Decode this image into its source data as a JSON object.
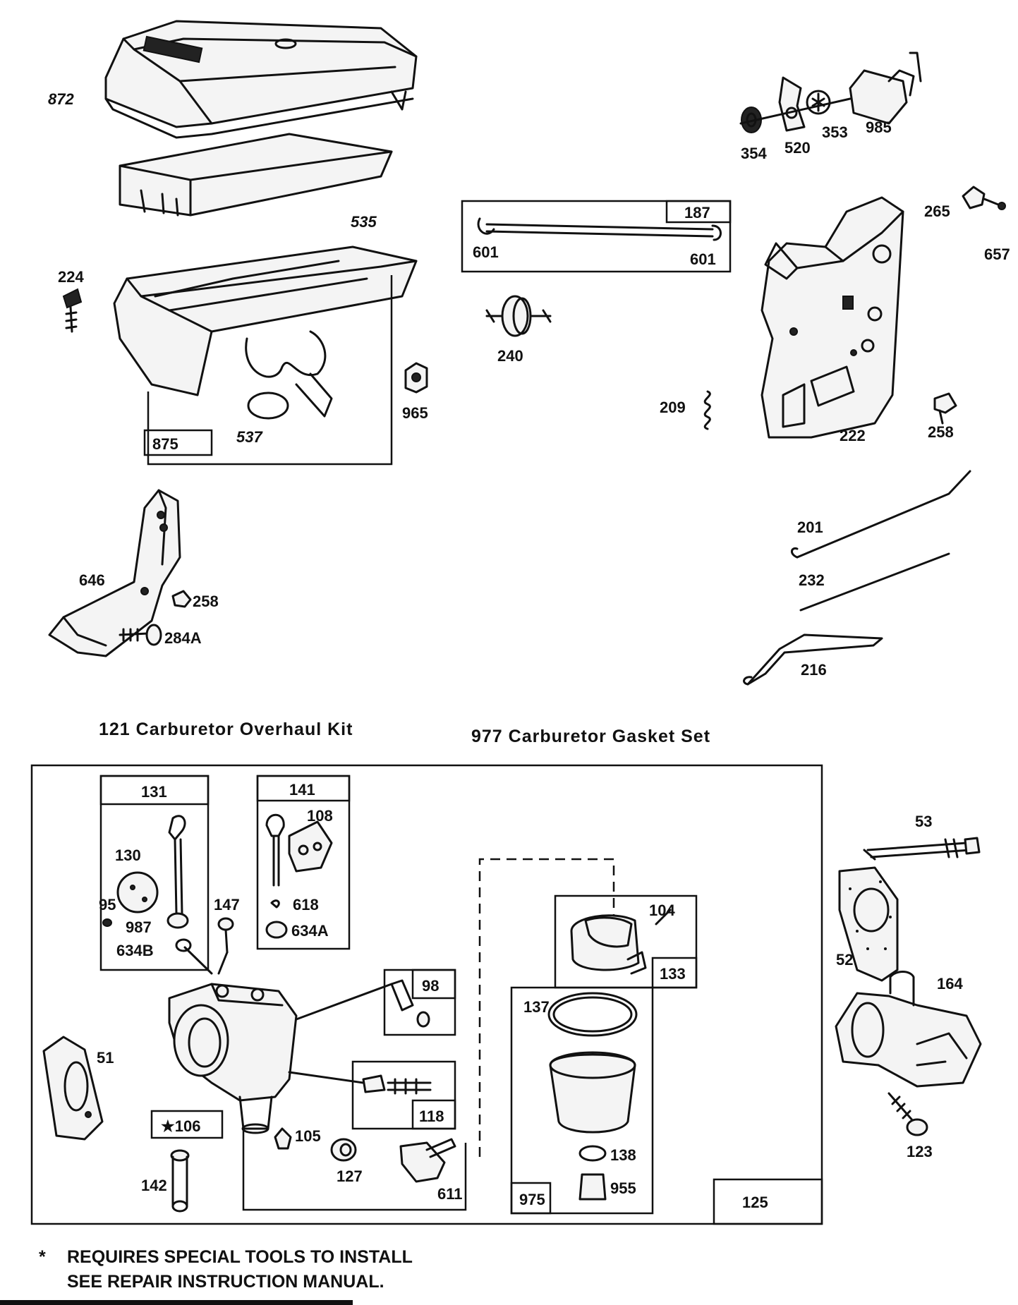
{
  "labels": {
    "l872": "872",
    "l535": "535",
    "l224": "224",
    "l965": "965",
    "l875": "875",
    "l537": "537",
    "l354": "354",
    "l520": "520",
    "l353": "353",
    "l985": "985",
    "l187": "187",
    "l601a": "601",
    "l601b": "601",
    "l240": "240",
    "l265": "265",
    "l657": "657",
    "l209": "209",
    "l222": "222",
    "l258a": "258",
    "l646": "646",
    "l258b": "258",
    "l284a": "284A",
    "l201": "201",
    "l232": "232",
    "l216": "216",
    "l131": "131",
    "l130": "130",
    "l95": "95",
    "l987": "987",
    "l634b": "634B",
    "l141": "141",
    "l108": "108",
    "l618": "618",
    "l634a": "634A",
    "l147": "147",
    "l98": "98",
    "l118": "118",
    "l51": "51",
    "l106": "★106",
    "l105": "105",
    "l127": "127",
    "l142": "142",
    "l611": "611",
    "l104": "104",
    "l133": "133",
    "l137": "137",
    "l138": "138",
    "l955": "955",
    "l975": "975",
    "l125": "125",
    "l53": "53",
    "l52": "52",
    "l164": "164",
    "l123": "123"
  },
  "kits": {
    "overhaul": "121  Carburetor  Overhaul  Kit",
    "gasket": "977  Carburetor  Gasket  Set"
  },
  "footnote": {
    "marker": "*",
    "line1": "REQUIRES SPECIAL TOOLS TO INSTALL",
    "line2": "SEE REPAIR INSTRUCTION MANUAL."
  }
}
